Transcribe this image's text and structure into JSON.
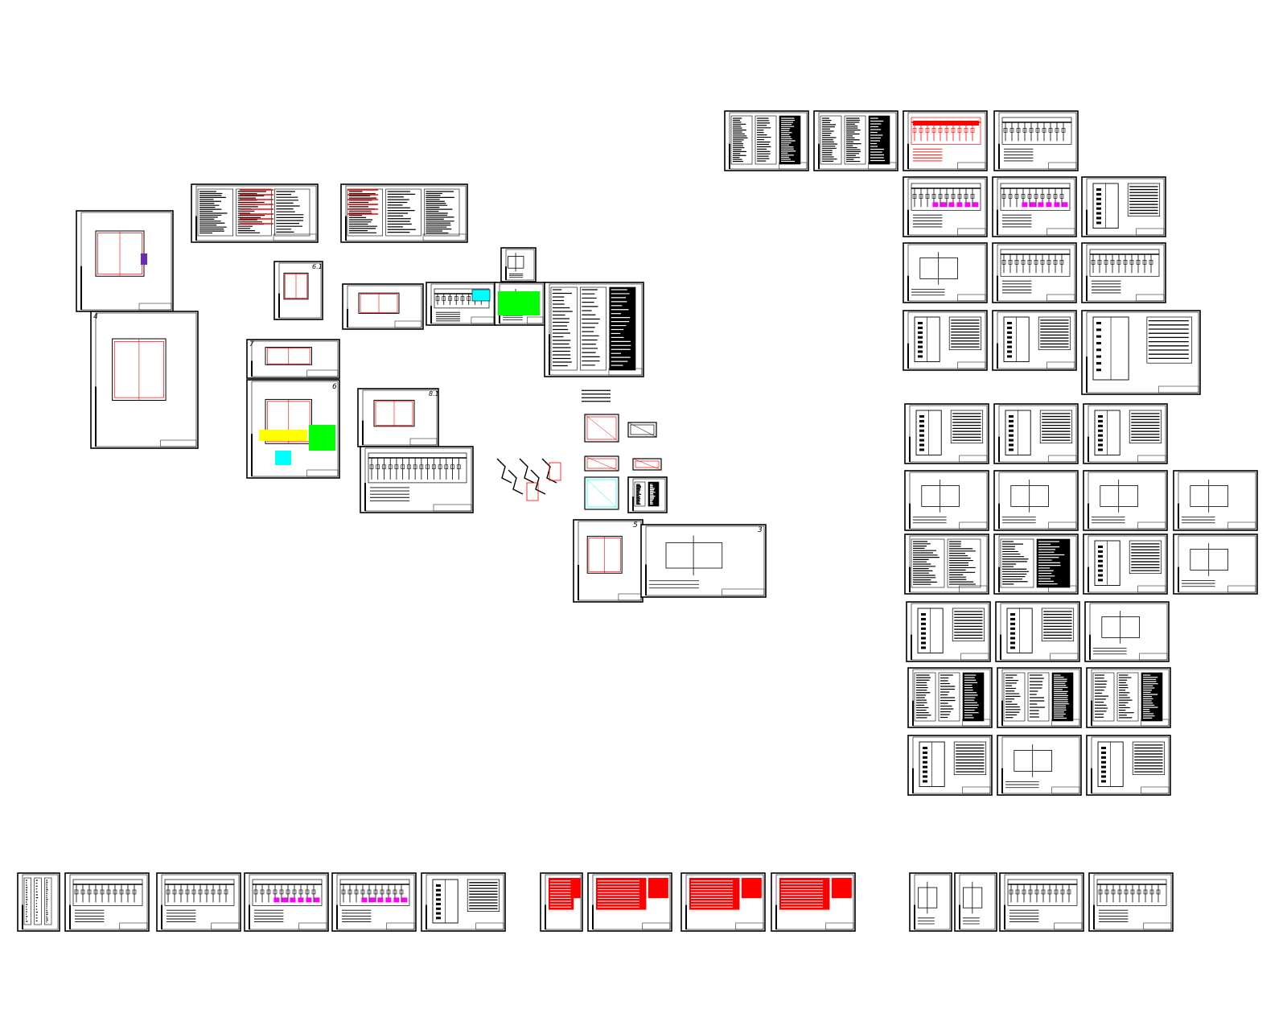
{
  "canvas": {
    "background": "#ffffff",
    "ink": "#000000",
    "accent_red": "#ff0000",
    "accent_magenta": "#ff00ff",
    "accent_green": "#00ff00",
    "accent_cyan": "#00ffff",
    "accent_yellow": "#ffff00"
  },
  "sheet_labels": {
    "sheet_4": "4",
    "sheet_6_1": "6.1",
    "sheet_7": "7",
    "sheet_6": "6",
    "sheet_8_1": "8.1",
    "sheet_5": "5",
    "sheet_3": "3"
  }
}
